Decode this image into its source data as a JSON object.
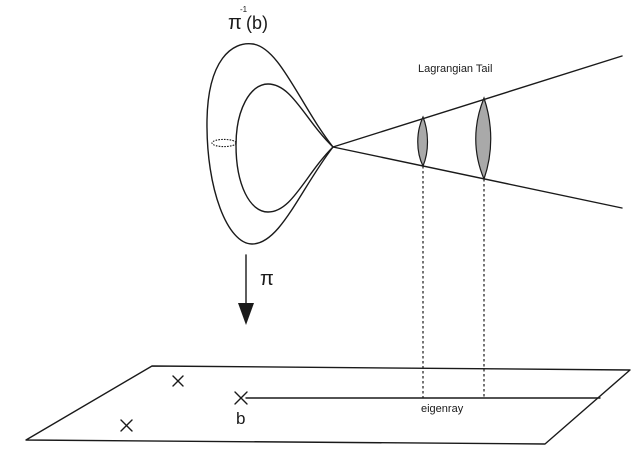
{
  "labels": {
    "fiber": "π",
    "fiber_exponent": "-1",
    "fiber_arg": "(b)",
    "lagrangian_tail": "Lagrangian Tail",
    "projection": "π",
    "point_b": "b",
    "eigenray": "eigenray"
  },
  "colors": {
    "ink": "#1a1a1a",
    "shade": "#a9a9a9"
  },
  "markers": {
    "critical_point_symbol": "×",
    "critical_point_count": 3
  }
}
